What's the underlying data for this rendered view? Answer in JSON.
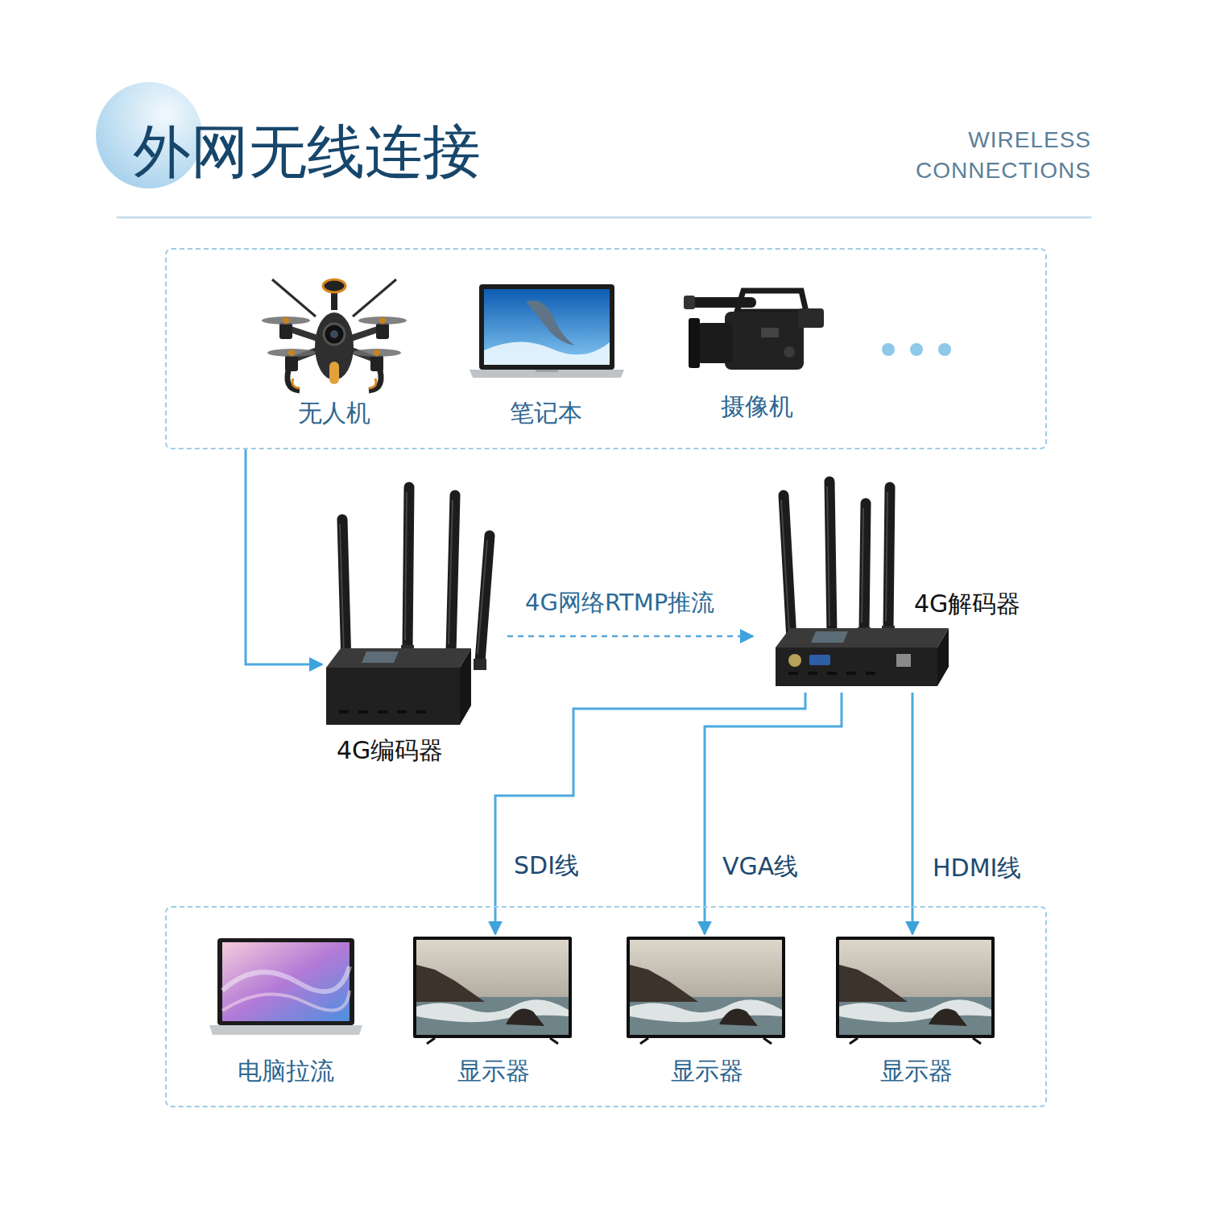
{
  "diagram": {
    "title": "外网无线连接",
    "nodes": [
      {
        "text": []
      },
      {
        "text": [
          "无人机"
        ],
        "in": 0
      },
      {
        "text": [
          "笔记本"
        ],
        "in": 0
      },
      {
        "text": [
          "摄像机"
        ],
        "in": 0
      },
      {
        "text": [
          "4G编码器"
        ]
      },
      {
        "text": [
          "4G解码器"
        ]
      },
      {
        "text": []
      },
      {
        "text": [
          "电脑拉流"
        ],
        "in": 6
      },
      {
        "text": [
          "显示器"
        ],
        "in": 6
      },
      {
        "text": [
          "显示器"
        ],
        "in": 6
      },
      {
        "text": [
          "显示器"
        ],
        "in": 6
      }
    ],
    "edges": [
      {
        "from": 0,
        "to": 4,
        "arrow": "to"
      },
      {
        "from": 4,
        "to": 5,
        "label": "4G网络RTMP推流",
        "arrow": "to"
      },
      {
        "from": 5,
        "to": 8,
        "label": "SDI线",
        "arrow": "to"
      },
      {
        "from": 5,
        "to": 9,
        "label": "VGA线",
        "arrow": "to"
      },
      {
        "from": 5,
        "to": 10,
        "label": "HDMI线",
        "arrow": "to"
      }
    ],
    "labels": [
      "WIRELESS CONNECTIONS"
    ]
  }
}
